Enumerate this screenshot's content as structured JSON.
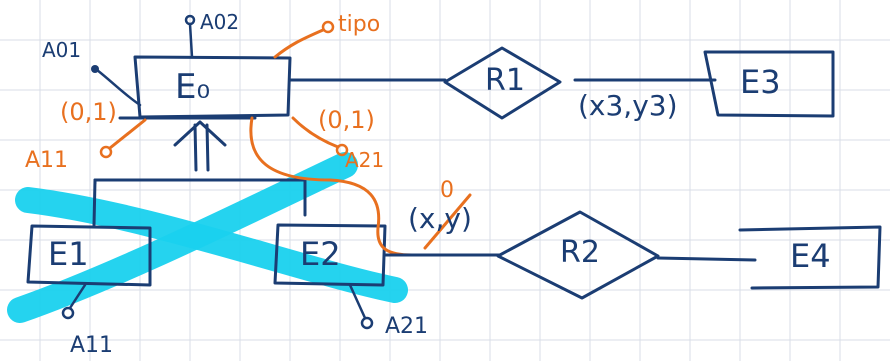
{
  "colors": {
    "ink": "#1b3d73",
    "orange": "#e8701f",
    "cyan": "#19d1ee",
    "grid": "#d9dde7"
  },
  "entities": {
    "e0": "E₀",
    "e1": "E1",
    "e2": "E2",
    "e3": "E3",
    "e4": "E4"
  },
  "relationships": {
    "r1": "R1",
    "r2": "R2"
  },
  "attributes": {
    "a01": "A01",
    "a02": "A02",
    "tipo": "tipo",
    "a11_top": "A11",
    "a21_top": "A21",
    "a11_bottom": "A11",
    "a21_bottom": "A21"
  },
  "cardinalities": {
    "c_left": "(0,1)",
    "c_right": "(0,1)",
    "r2_card": "(x,y)",
    "r2_strike": "0",
    "r1_card": "(x3,y3)"
  }
}
